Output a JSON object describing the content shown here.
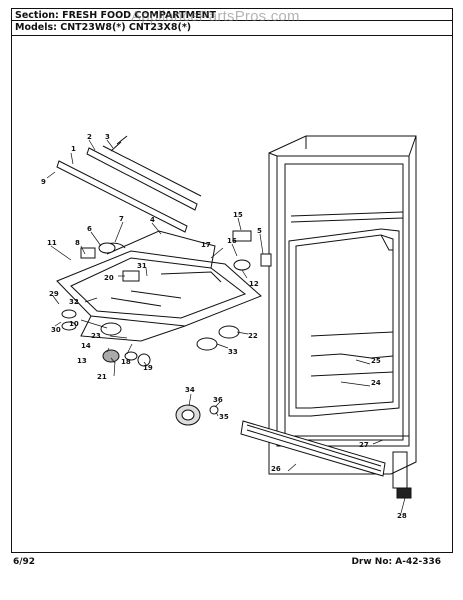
{
  "header": {
    "section_label": "Section:",
    "section_value": "FRESH FOOD COMPARTMENT",
    "models_label": "Models:",
    "models_value": "CNT23W8(*)   CNT23X8(*)"
  },
  "watermark": "AppliancePartsPros.com",
  "footer": {
    "date": "6/92",
    "drawing_number": "Drw No: A-42-336"
  },
  "callouts": [
    "1",
    "2",
    "3",
    "4",
    "5",
    "6",
    "7",
    "8",
    "9",
    "10",
    "11",
    "12",
    "13",
    "14",
    "15",
    "16",
    "17",
    "18",
    "19",
    "20",
    "21",
    "22",
    "23",
    "24",
    "25",
    "26",
    "27",
    "28",
    "29",
    "30",
    "31",
    "32",
    "33",
    "34",
    "35",
    "36"
  ]
}
